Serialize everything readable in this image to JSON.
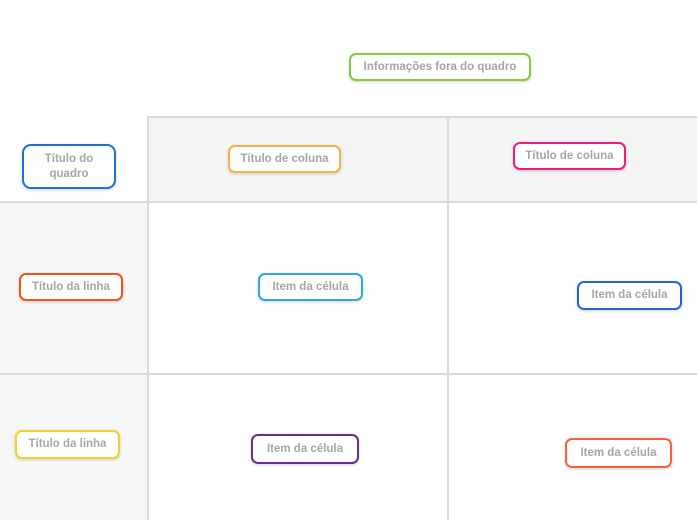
{
  "board": {
    "grid": {
      "line_color": "#d9d9d9",
      "header_row_bg": "#f5f5f5",
      "row_header_column_bg": "#f7f7f7",
      "cell_bg": "#ffffff"
    },
    "sticker_text_color": "#a6a6a6",
    "boxes": [
      {
        "id": "outside_info",
        "label": "Informações fora do quadro",
        "border_color": "#8DC63F"
      },
      {
        "id": "board_title",
        "label": "Título do quadro",
        "border_color": "#1E70D9"
      },
      {
        "id": "column_title_1",
        "label": "Título de coluna",
        "border_color": "#FBB040"
      },
      {
        "id": "column_title_2",
        "label": "Título de coluna",
        "border_color": "#ED1E79"
      },
      {
        "id": "row_title_1",
        "label": "Título da linha",
        "border_color": "#F4511E"
      },
      {
        "id": "cell_item_1_1",
        "label": "Item da célula",
        "border_color": "#29ABE2"
      },
      {
        "id": "cell_item_1_2",
        "label": "Item da célula",
        "border_color": "#2368D1"
      },
      {
        "id": "row_title_2",
        "label": "Título da linha",
        "border_color": "#EFD229"
      },
      {
        "id": "cell_item_2_1",
        "label": "Item da célula",
        "border_color": "#6C2D91"
      },
      {
        "id": "cell_item_2_2",
        "label": "Item da célula",
        "border_color": "#F9633C"
      }
    ]
  }
}
